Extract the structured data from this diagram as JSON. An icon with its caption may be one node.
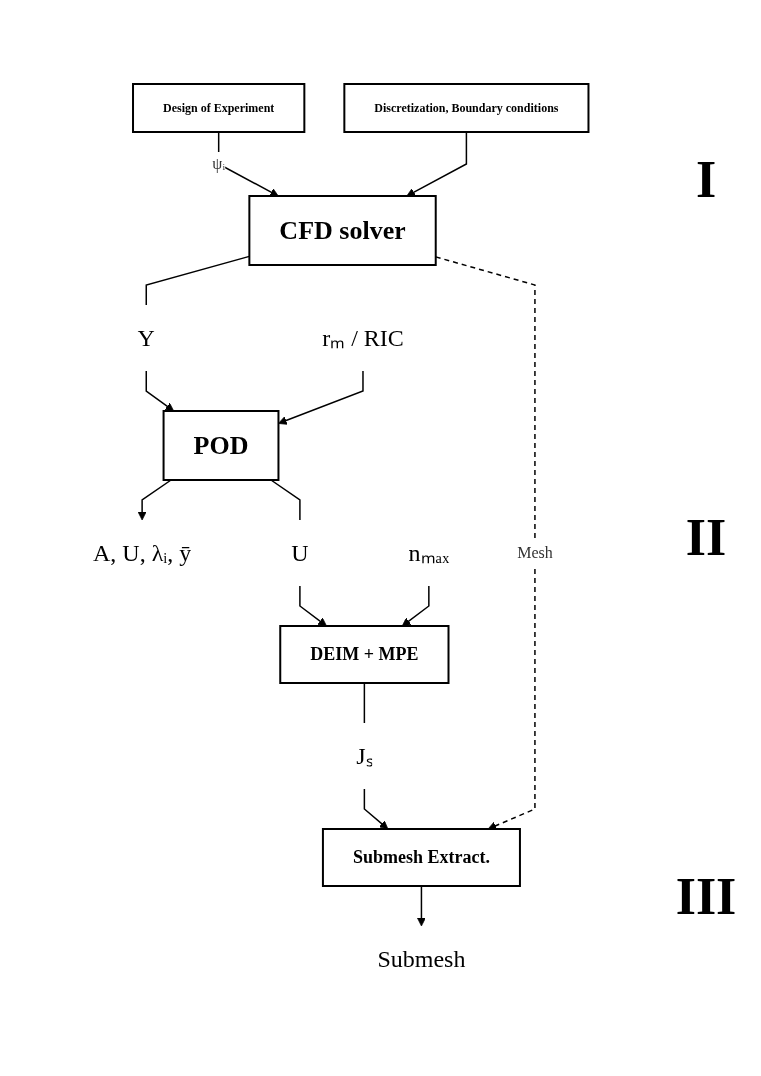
{
  "diagram": {
    "nodes": [
      {
        "text": [
          "Design of Experiment"
        ]
      },
      {
        "text": [
          "Discretization, Boundary conditions"
        ]
      },
      {
        "text": [
          "CFD solver"
        ]
      },
      {
        "text": [
          "Y"
        ]
      },
      {
        "text": [
          "rₘ / RIC"
        ]
      },
      {
        "text": [
          "POD"
        ]
      },
      {
        "text": [
          "A, U, λᵢ, ȳ"
        ]
      },
      {
        "text": [
          "U"
        ]
      },
      {
        "text": [
          "nₘₐₓ"
        ]
      },
      {
        "text": [
          "DEIM + MPE"
        ]
      },
      {
        "text": [
          "Jₛ"
        ]
      },
      {
        "text": [
          "Submesh Extract."
        ]
      },
      {
        "text": [
          "Submesh"
        ]
      }
    ],
    "edges": [
      {
        "from": 0,
        "to": 2,
        "arrow": "to",
        "label": "ψᵢ"
      },
      {
        "from": 1,
        "to": 2,
        "arrow": "to"
      },
      {
        "from": 2,
        "to": 3,
        "arrow": "none"
      },
      {
        "from": 3,
        "to": 5,
        "arrow": "to"
      },
      {
        "from": 4,
        "to": 5,
        "arrow": "to"
      },
      {
        "from": 5,
        "to": 6,
        "arrow": "to"
      },
      {
        "from": 5,
        "to": 7,
        "arrow": "none"
      },
      {
        "from": 7,
        "to": 9,
        "arrow": "to"
      },
      {
        "from": 8,
        "to": 9,
        "arrow": "to"
      },
      {
        "from": 9,
        "to": 10,
        "arrow": "none"
      },
      {
        "from": 10,
        "to": 11,
        "arrow": "to"
      },
      {
        "from": 2,
        "to": 11,
        "arrow": "to",
        "style": "dashed",
        "label": "Mesh"
      },
      {
        "from": 11,
        "to": 12,
        "arrow": "to"
      }
    ],
    "labels": [
      "I",
      "II",
      "III"
    ]
  }
}
